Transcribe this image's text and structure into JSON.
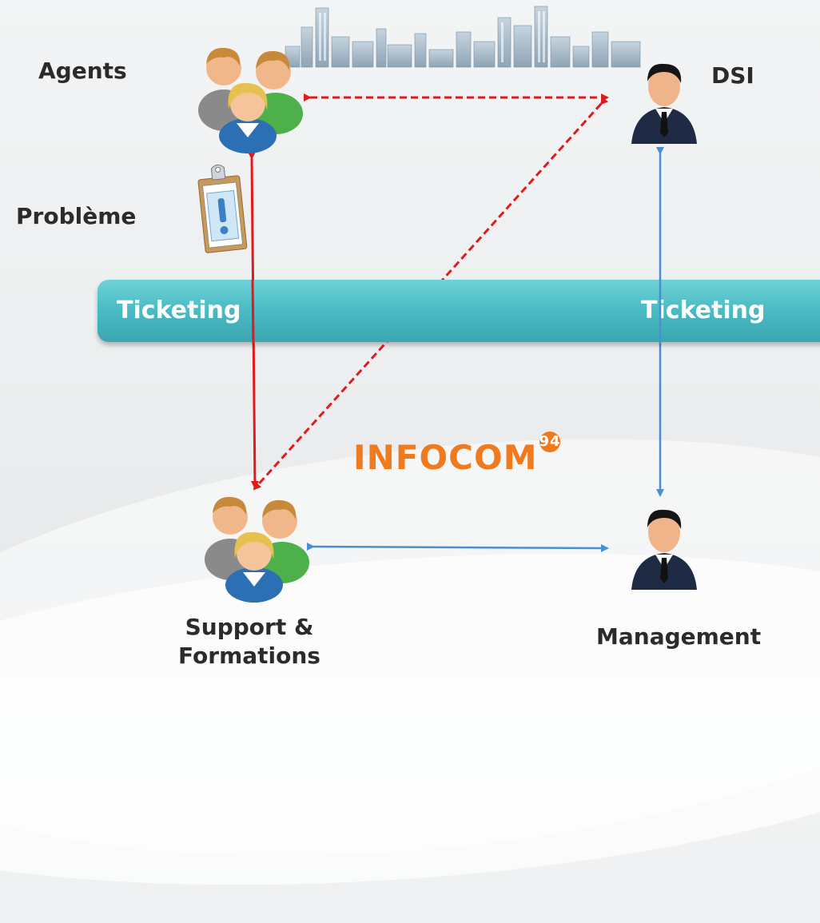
{
  "nodes": {
    "agents": "Agents",
    "dsi": "DSI",
    "probleme": "Problème",
    "support": "Support &",
    "formations": "Formations",
    "management": "Management"
  },
  "band": {
    "left": "Ticketing",
    "right": "Ticketing"
  },
  "logo": {
    "text": "INFOCOM",
    "badge": "94"
  },
  "colors": {
    "red_link": "#e01b1b",
    "blue_link": "#4a90d0",
    "band": "#4cbcc5",
    "logo": "#f07a1f"
  },
  "icons": [
    "city-skyline-icon",
    "group-people-icon",
    "businessman-icon",
    "clipboard-alert-icon"
  ]
}
